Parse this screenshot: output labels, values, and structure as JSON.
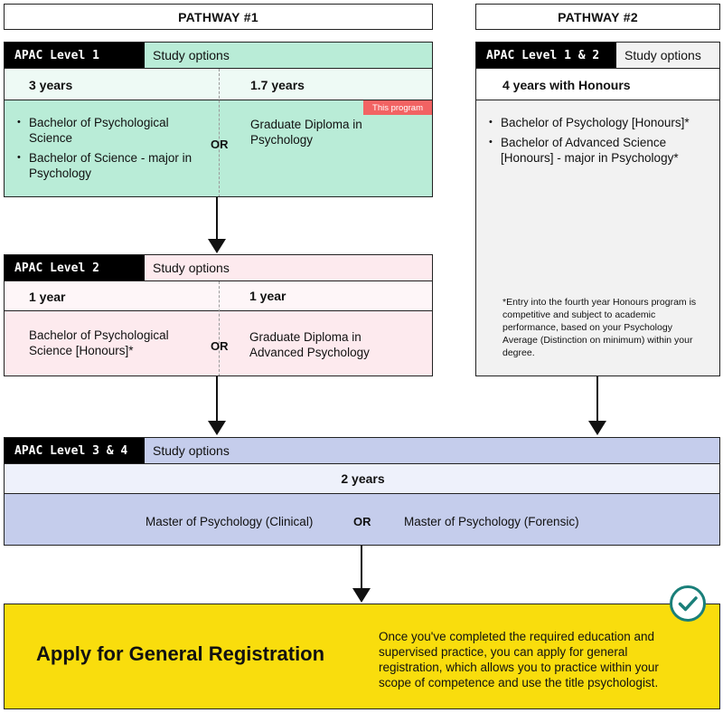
{
  "pathway1": {
    "label": "PATHWAY #1"
  },
  "pathway2": {
    "label": "PATHWAY #2"
  },
  "level1": {
    "tag": "APAC Level 1",
    "options_label": "Study options",
    "left_years": "3 years",
    "right_years": "1.7 years",
    "badge": "This program",
    "left_items": [
      "Bachelor of Psychological Science",
      "Bachelor of Science - major in Psychology"
    ],
    "or": "OR",
    "right_text": "Graduate Diploma in Psychology"
  },
  "level2": {
    "tag": "APAC Level 2",
    "options_label": "Study options",
    "left_years": "1 year",
    "right_years": "1 year",
    "left_text": "Bachelor of Psychological Science [Honours]*",
    "or": "OR",
    "right_text": "Graduate Diploma in Advanced Psychology"
  },
  "level12": {
    "tag": "APAC Level 1 & 2",
    "options_label": "Study options",
    "years": "4 years with Honours",
    "items": [
      "Bachelor of Psychology [Honours]*",
      "Bachelor of Advanced Science [Honours] - major in Psychology*"
    ],
    "footnote": "*Entry into the fourth year Honours program is competitive and subject to academic performance, based on your Psychology Average (Distinction on minimum) within your degree."
  },
  "level34": {
    "tag": "APAC Level 3 & 4",
    "options_label": "Study options",
    "years": "2 years",
    "left_text": "Master of Psychology (Clinical)",
    "or": "OR",
    "right_text": "Master of Psychology (Forensic)"
  },
  "registration": {
    "title": "Apply for General Registration",
    "text": "Once you've completed the required education and supervised practice, you can apply for general registration, which allows you to practice within your scope of competence and use the title psychologist."
  },
  "colors": {
    "level1": "#b9ecd7",
    "level1_light": "#eefaf5",
    "level2": "#fdeaee",
    "level2_light": "#fef6f8",
    "level12": "#f2f2f2",
    "level34": "#c5cdec",
    "level34_light": "#eef1fb",
    "registration": "#f9dd0d",
    "badge": "#f26363",
    "check": "#1a7f79"
  },
  "icons": {
    "check": "check-circle-icon",
    "arrow": "arrow-down-icon"
  }
}
